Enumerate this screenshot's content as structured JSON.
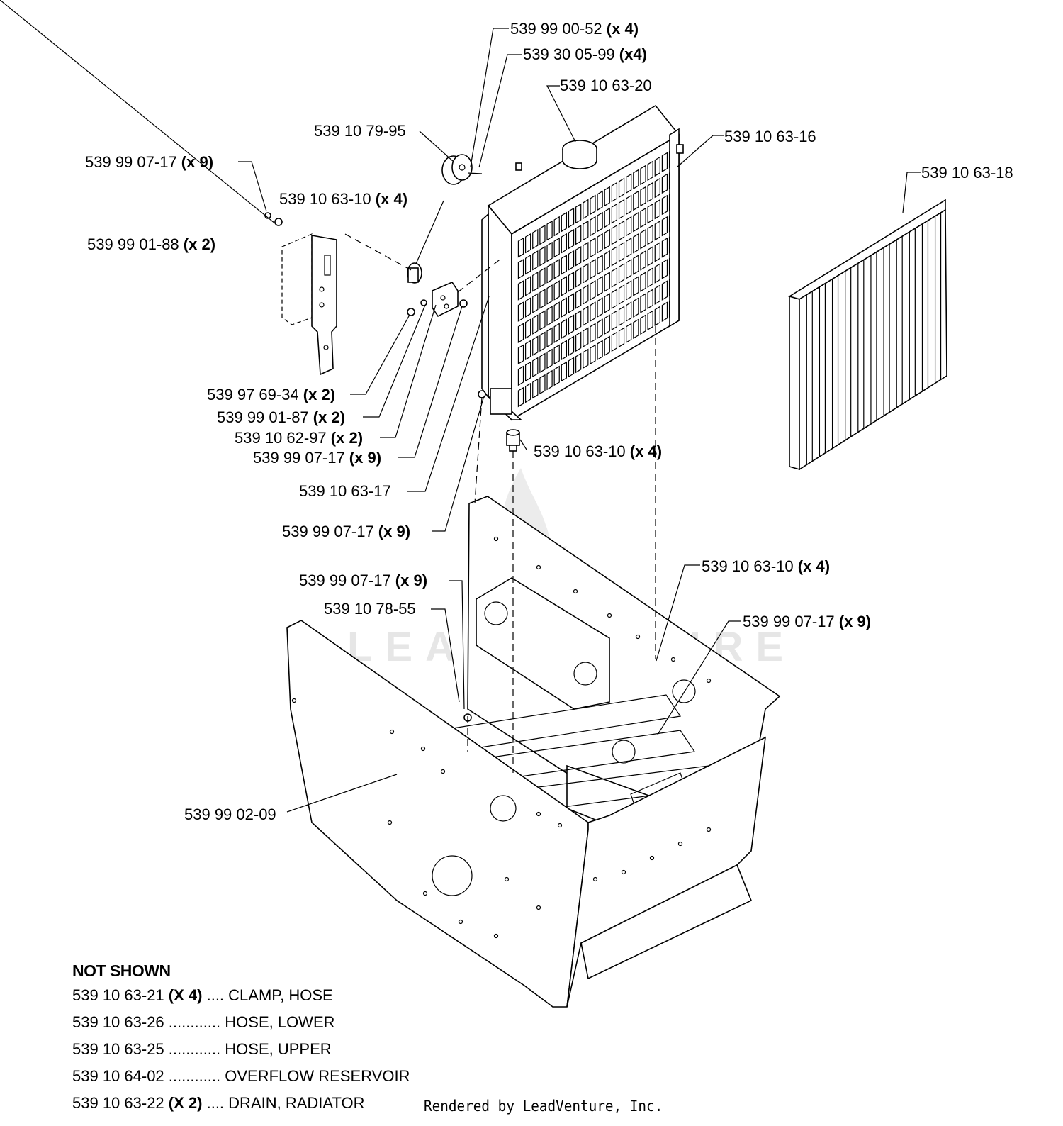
{
  "watermark": "LEADVENTURE",
  "labels": {
    "l1": {
      "part": "539 99 00-52",
      "qty": "(x 4)"
    },
    "l2": {
      "part": "539 30 05-99",
      "qty": "(x4)"
    },
    "l3": {
      "part": "539 10 63-20",
      "qty": ""
    },
    "l4": {
      "part": "539 10 79-95",
      "qty": ""
    },
    "l5": {
      "part": "539 10 63-16",
      "qty": ""
    },
    "l6": {
      "part": "539 99 07-17",
      "qty": "(x 9)"
    },
    "l7": {
      "part": "539 10 63-18",
      "qty": ""
    },
    "l8": {
      "part": "539 10 63-10",
      "qty": "(x 4)"
    },
    "l9": {
      "part": "539 99 01-88",
      "qty": "(x 2)"
    },
    "l10": {
      "part": "539 97 69-34",
      "qty": "(x 2)"
    },
    "l11": {
      "part": "539 99 01-87",
      "qty": "(x 2)"
    },
    "l12": {
      "part": "539 10 62-97",
      "qty": "(x 2)"
    },
    "l13": {
      "part": "539 99 07-17",
      "qty": "(x 9)"
    },
    "l14": {
      "part": "539 10 63-10",
      "qty": "(x 4)"
    },
    "l15": {
      "part": "539 10 63-17",
      "qty": ""
    },
    "l16": {
      "part": "539 99 07-17",
      "qty": "(x 9)"
    },
    "l17": {
      "part": "539 99 07-17",
      "qty": "(x 9)"
    },
    "l18": {
      "part": "539 10 63-10",
      "qty": "(x 4)"
    },
    "l19": {
      "part": "539 10 78-55",
      "qty": ""
    },
    "l20": {
      "part": "539 99 07-17",
      "qty": "(x 9)"
    },
    "l21": {
      "part": "539 99 02-09",
      "qty": ""
    }
  },
  "not_shown": {
    "title": "NOT SHOWN",
    "rows": [
      {
        "part": "539 10 63-21",
        "qty": "(X 4)",
        "dots": " .... ",
        "desc": "CLAMP, HOSE"
      },
      {
        "part": "539 10 63-26",
        "qty": "",
        "dots": " ............ ",
        "desc": "HOSE, LOWER"
      },
      {
        "part": "539 10 63-25",
        "qty": "",
        "dots": " ............ ",
        "desc": "HOSE, UPPER"
      },
      {
        "part": "539 10 64-02",
        "qty": "",
        "dots": " ............ ",
        "desc": "OVERFLOW RESERVOIR"
      },
      {
        "part": "539 10 63-22",
        "qty": "(X 2)",
        "dots": " .... ",
        "desc": "DRAIN, RADIATOR"
      }
    ]
  },
  "credit": "Rendered by LeadVenture, Inc."
}
